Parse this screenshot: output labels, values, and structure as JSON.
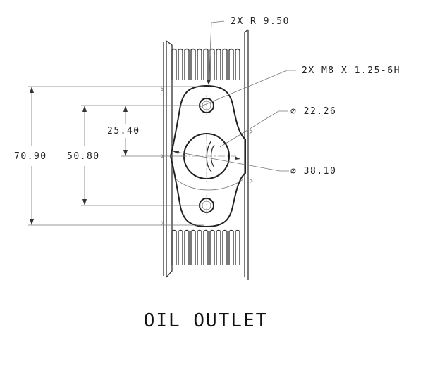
{
  "title": "OIL OUTLET",
  "dimensions": {
    "radius": "2X R 9.50",
    "thread": "2X M8 X 1.25-6H",
    "inner_diameter": "⌀ 22.26",
    "outer_diameter": "⌀ 38.10",
    "overall_height": "70.90",
    "hole_spacing": "50.80",
    "half_spacing": "25.40"
  }
}
